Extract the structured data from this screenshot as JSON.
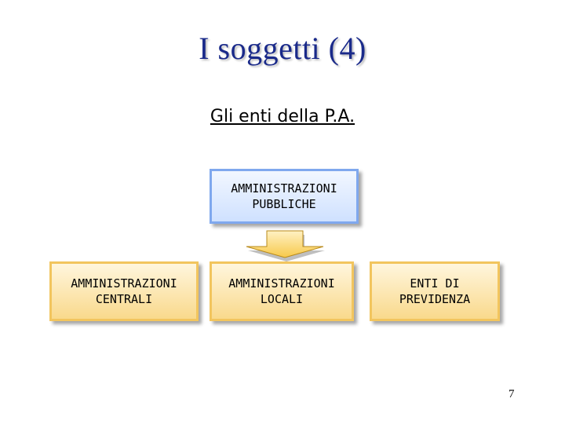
{
  "slide": {
    "title": "I soggetti (4)",
    "subtitle": "Gli enti della P.A.",
    "page_number": "7"
  },
  "diagram": {
    "root": {
      "label": "AMMINISTRAZIONI\nPUBBLICHE"
    },
    "children": [
      {
        "label": "AMMINISTRAZIONI\nCENTRALI"
      },
      {
        "label": "AMMINISTRAZIONI\nLOCALI"
      },
      {
        "label": "ENTI DI\nPREVIDENZA"
      }
    ],
    "colors": {
      "title": "#1a2a8a",
      "root_fill": "#cfe1ff",
      "root_border": "#7fa8ee",
      "child_fill": "#f9d98c",
      "child_border": "#f2c55e",
      "arrow": "#f7c94a"
    }
  }
}
